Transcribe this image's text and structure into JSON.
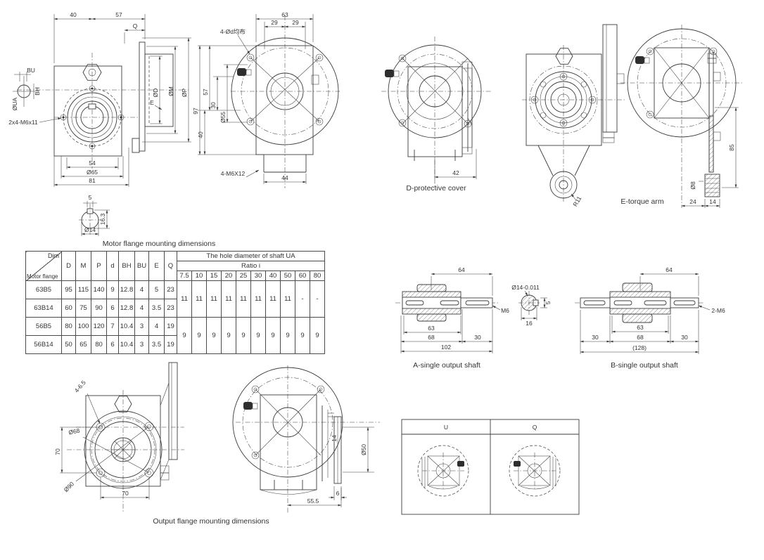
{
  "page": {
    "background": "#ffffff",
    "line_color": "#3c3c3c",
    "text_color": "#333333"
  },
  "views": {
    "gearbox_front": {
      "dim_40": "40",
      "dim_57": "57",
      "dim_q": "Q",
      "dim_bu": "BU",
      "dim_bh": "BH",
      "dim_ua": "ØUA",
      "label_bolts": "2x4-M6x11",
      "dim_54": "54",
      "dim_65": "Ø65",
      "dim_81": "81",
      "dim_d": "ØD",
      "dim_m": "ØM",
      "dim_p": "ØP",
      "dim_e": "E"
    },
    "input_shaft_detail": {
      "dim_5": "5",
      "dim_163": "16.3",
      "dim_14": "Ø14"
    },
    "motor_flange_view": {
      "dim_63": "63",
      "dim_29_left": "29",
      "dim_29_right": "29",
      "label_holes": "4-Ød均布",
      "dim_97": "97",
      "dim_57": "57",
      "dim_30": "30",
      "dim_55": "Ø55",
      "dim_40": "40",
      "label_bolts": "4-M6X12",
      "dim_44": "44"
    },
    "d_cover": {
      "dim_42": "42",
      "caption": "D-protective cover"
    },
    "e_arm": {
      "label_r11": "R11",
      "dim_85": "85",
      "dim_8": "Ø8",
      "dim_24": "24",
      "dim_14": "14",
      "caption": "E-torque arm"
    },
    "shaft_a": {
      "dim_64": "64",
      "label_tol": "Ø14-0.011",
      "label_m6": "M6",
      "dim_5": "5",
      "dim_16": "16",
      "dim_63": "63",
      "dim_68": "68",
      "dim_30": "30",
      "dim_102": "102",
      "caption": "A-single output shaft"
    },
    "shaft_b": {
      "dim_64": "64",
      "label_bolts": "2-M6",
      "dim_63": "63",
      "dim_30_left": "30",
      "dim_68": "68",
      "dim_30_right": "30",
      "dim_128": "(128)",
      "caption": "B-single output shaft"
    },
    "output_flange": {
      "label_holes": "4-6.5",
      "dim_68": "Ø68",
      "dim_90": "Ø90",
      "dim_70_v": "70",
      "dim_70_h": "70",
      "caption": "Output flange mounting dimensions"
    },
    "output_side": {
      "dim_14": "14",
      "dim_50": "Ø50",
      "dim_6": "6",
      "dim_555": "55.5"
    },
    "uq_table": {
      "col_u": "U",
      "col_q": "Q"
    }
  },
  "table": {
    "title": "Motor flange mounting dimensions",
    "corner": {
      "top": "Dim",
      "bottom": "Motor flange"
    },
    "dim_cols": [
      "D",
      "M",
      "P",
      "d",
      "BH",
      "BU",
      "E",
      "Q"
    ],
    "span_header": "The hole diameter of shaft UA",
    "ratio_label": "Ratio i",
    "ratio_cols": [
      "7.5",
      "10",
      "15",
      "20",
      "25",
      "30",
      "40",
      "50",
      "60",
      "80"
    ],
    "rows": [
      {
        "flange": "63B5",
        "dims": [
          "95",
          "115",
          "140",
          "9",
          "12.8",
          "4",
          "5",
          "23"
        ]
      },
      {
        "flange": "63B14",
        "dims": [
          "60",
          "75",
          "90",
          "6",
          "12.8",
          "4",
          "3.5",
          "23"
        ]
      },
      {
        "flange": "56B5",
        "dims": [
          "80",
          "100",
          "120",
          "7",
          "10.4",
          "3",
          "4",
          "19"
        ]
      },
      {
        "flange": "56B14",
        "dims": [
          "50",
          "65",
          "80",
          "6",
          "10.4",
          "3",
          "3.5",
          "19"
        ]
      }
    ],
    "hole_rows": [
      [
        "11",
        "11",
        "11",
        "11",
        "11",
        "11",
        "11",
        "11",
        "-",
        "-"
      ],
      [
        "9",
        "9",
        "9",
        "9",
        "9",
        "9",
        "9",
        "9",
        "9",
        "9"
      ]
    ]
  }
}
